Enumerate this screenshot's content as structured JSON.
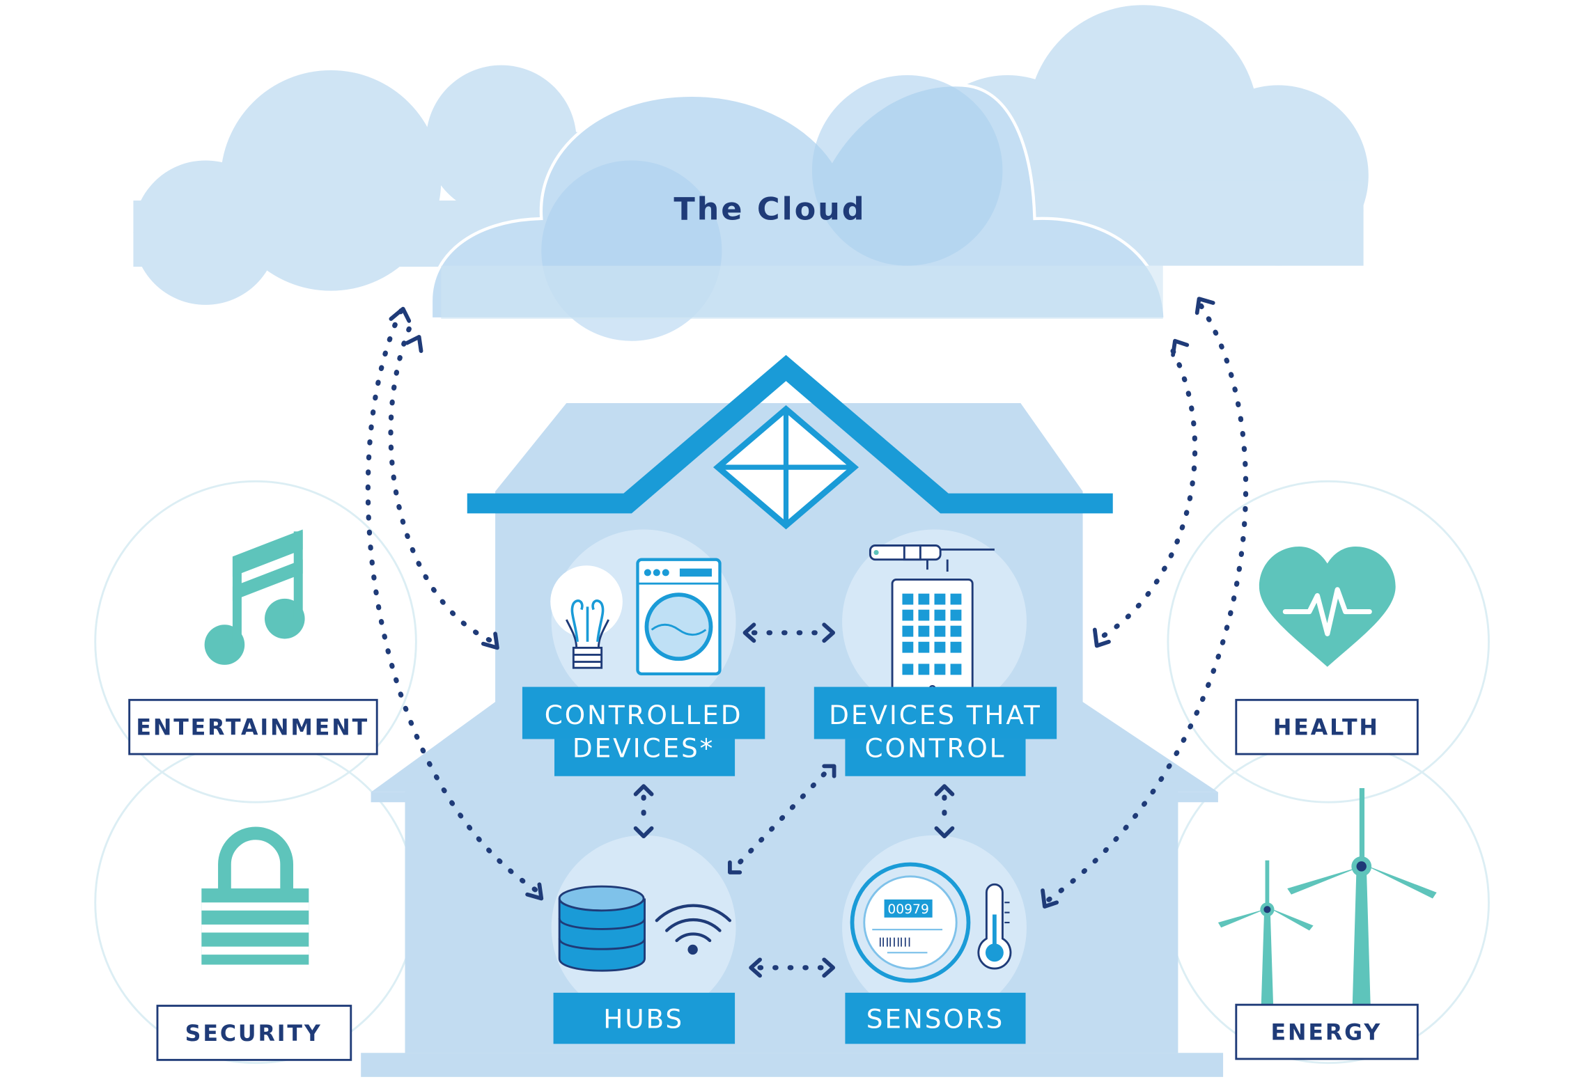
{
  "title": "The Cloud",
  "colors": {
    "cloud_light": "#cfe4f4",
    "cloud_mid": "#acd0ef",
    "house_bg": "#c2dcf1",
    "roof_blue": "#1a9bd7",
    "label_blue": "#1a9bd7",
    "teal_icon": "#5ec4bb",
    "navy_text": "#1f3b78",
    "circle_outline": "#dceef4"
  },
  "house_labels": {
    "controlled_devices_line1": "CONTROLLED",
    "controlled_devices_line2": "DEVICES*",
    "devices_that_control_line1": "DEVICES THAT",
    "devices_that_control_line2": "CONTROL",
    "hubs": "HUBS",
    "sensors": "SENSORS"
  },
  "categories": {
    "entertainment": "ENTERTAINMENT",
    "security": "SECURITY",
    "health": "HEALTH",
    "energy": "ENERGY"
  },
  "meter_reading": "00979",
  "icons": [
    "music-note-icon",
    "padlock-icon",
    "heart-pulse-icon",
    "wind-turbine-icon",
    "lightbulb-icon",
    "washing-machine-icon",
    "tablet-icon",
    "smart-glasses-icon",
    "database-icon",
    "wifi-icon",
    "smart-meter-icon",
    "thermometer-icon"
  ]
}
